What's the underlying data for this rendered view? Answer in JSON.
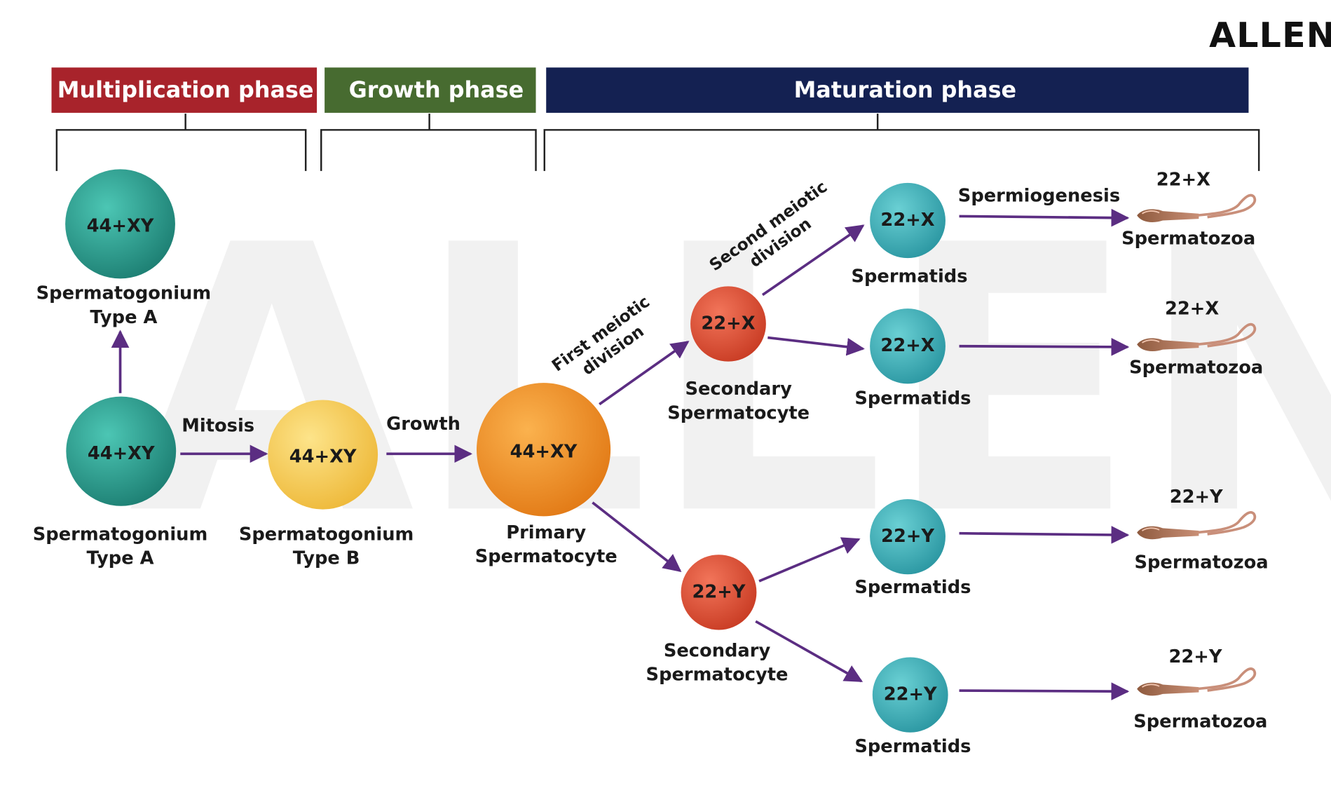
{
  "brand": "ALLEN",
  "colors": {
    "multiplication": "#a8232b",
    "growth": "#476b30",
    "maturation": "#142152",
    "arrow": "#5b2d82",
    "teal": "#2fa394",
    "yellow": "#f7d35c",
    "orange": "#f49a32",
    "red": "#e2553d",
    "light_teal": "#45b9c0"
  },
  "phases": {
    "multiplication": "Multiplication phase",
    "growth": "Growth phase",
    "maturation": "Maturation phase"
  },
  "cells": {
    "sg_a_top": "44+XY",
    "sg_a": "44+XY",
    "sg_b": "44+XY",
    "primary": "44+XY",
    "sec_x": "22+X",
    "sec_y": "22+Y",
    "sp_x1": "22+X",
    "sp_x2": "22+X",
    "sp_y1": "22+Y",
    "sp_y2": "22+Y"
  },
  "labels": {
    "sg_a_top": [
      "Spermatogonium",
      "Type A"
    ],
    "sg_a": [
      "Spermatogonium",
      "Type A"
    ],
    "sg_b": [
      "Spermatogonium",
      "Type B"
    ],
    "primary": [
      "Primary",
      "Spermatocyte"
    ],
    "sec_x": [
      "Secondary",
      "Spermatocyte"
    ],
    "sec_y": [
      "Secondary",
      "Spermatocyte"
    ],
    "spermatids": "Spermatids",
    "spermatozoa": "Spermatozoa"
  },
  "process": {
    "mitosis": "Mitosis",
    "growth": "Growth",
    "first_meiotic": [
      "First meiotic",
      "division"
    ],
    "second_meiotic": [
      "Second meiotic",
      "division"
    ],
    "spermiogenesis": "Spermiogenesis"
  },
  "sperm_labels": [
    "22+X",
    "22+X",
    "22+Y",
    "22+Y"
  ]
}
